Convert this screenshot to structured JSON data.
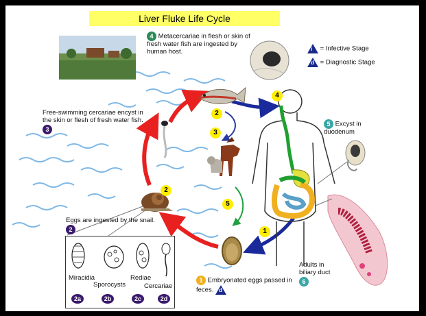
{
  "title": "Liver Fluke Life Cycle",
  "stage4": {
    "number": "4",
    "text": "Metacercariae in flesh or skin of fresh water fish are ingested by human host."
  },
  "legend": {
    "infective": {
      "symbol": "i",
      "text": "= Infective Stage"
    },
    "diagnostic": {
      "symbol": "d",
      "text": "= Diagnostic Stage"
    }
  },
  "stage3": {
    "number": "3",
    "text": "Free-swimming cercariae encyst in the skin or flesh of fresh water fish."
  },
  "stage5": {
    "number": "5",
    "text": "Excyst in duodenum"
  },
  "stage2": {
    "number": "2",
    "text": "Eggs are ingested by the snail."
  },
  "stage1": {
    "number": "1",
    "text": "Embryonated eggs passed in feces."
  },
  "stage6": {
    "number": "6",
    "text": "Adults in biliary duct"
  },
  "substages": [
    {
      "label": "Miracidia",
      "badge": "2a"
    },
    {
      "label": "Sporocysts",
      "badge": "2b"
    },
    {
      "label": "Rediae",
      "badge": "2c"
    },
    {
      "label": "Cercariae",
      "badge": "2d"
    }
  ],
  "yellow_badges": {
    "b2_snail": "2",
    "b2_fish": "2",
    "b3_dog": "3",
    "b4_head": "4",
    "b5_gut": "5",
    "b1_egg": "1"
  },
  "colors": {
    "title_bg": "#ffff66",
    "cycle_arrow": "#e82020",
    "human_arrow": "#1a2a9a",
    "badge_yellow": "#ffee00",
    "water": "#7fb8e6"
  }
}
